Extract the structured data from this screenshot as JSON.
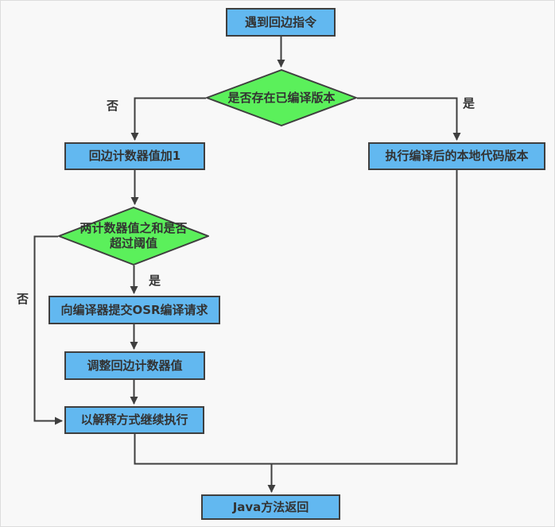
{
  "diagram": {
    "type": "flowchart",
    "nodes": {
      "start": {
        "label": "遇到回边指令"
      },
      "decision_compiled": {
        "label": "是否存在已编译版本"
      },
      "counter_inc": {
        "label": "回边计数器值加1"
      },
      "exec_native": {
        "label": "执行编译后的本地代码版本"
      },
      "decision_threshold": {
        "label_line1": "两计数器值之和是否",
        "label_line2": "超过阈值"
      },
      "submit_osr": {
        "label": "向编译器提交OSR编译请求"
      },
      "adjust_counter": {
        "label": "调整回边计数器值"
      },
      "continue_interpret": {
        "label": "以解释方式继续执行"
      },
      "java_return": {
        "label": "Java方法返回"
      }
    },
    "edge_labels": {
      "decision_compiled_no": "否",
      "decision_compiled_yes": "是",
      "decision_threshold_yes": "是",
      "decision_threshold_no": "否"
    },
    "colors": {
      "process_fill": "#62b8f0",
      "decision_fill": "#5bf05b",
      "shape_border": "#3f3f3f",
      "connector": "#3f3f3f",
      "text": "#333333",
      "canvas_bg": "#f8f8f8"
    }
  }
}
